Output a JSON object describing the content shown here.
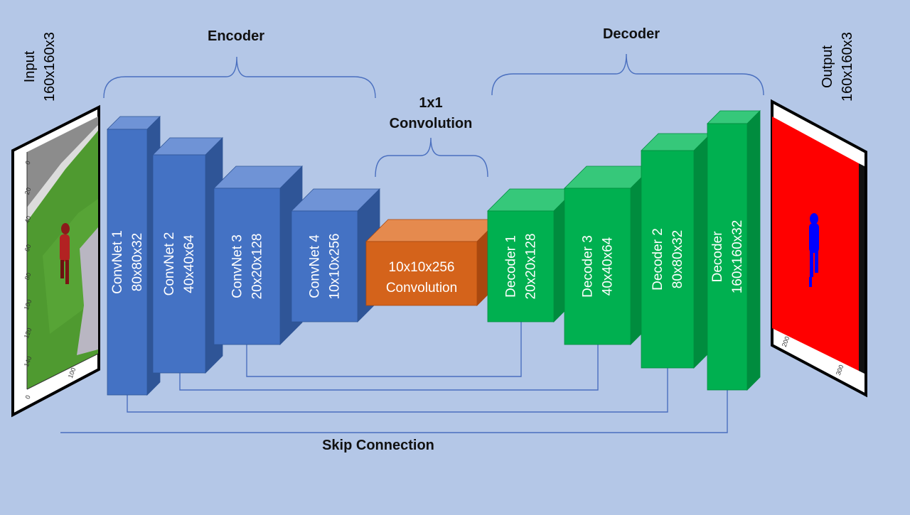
{
  "title_encoder": "Encoder",
  "title_decoder": "Decoder",
  "title_conv1x1_line1": "1x1",
  "title_conv1x1_line2": "Convolution",
  "skip_label": "Skip Connection",
  "input_label": {
    "line1": "Input",
    "line2": "160x160x3"
  },
  "output_label": {
    "line1": "Output",
    "line2": "160x160x3"
  },
  "input_axis_ticks": [
    "0",
    "20",
    "40",
    "60",
    "80",
    "100",
    "120",
    "140"
  ],
  "input_axis_bottom": [
    "0",
    "100"
  ],
  "output_axis_bottom": [
    "200",
    "300"
  ],
  "blocks": [
    {
      "id": "convnet-1",
      "line1": "ConvNet 1",
      "line2": "80x80x32",
      "kind": "encoder"
    },
    {
      "id": "convnet-2",
      "line1": "ConvNet 2",
      "line2": "40x40x64",
      "kind": "encoder"
    },
    {
      "id": "convnet-3",
      "line1": "ConvNet 3",
      "line2": "20x20x128",
      "kind": "encoder"
    },
    {
      "id": "convnet-4",
      "line1": "ConvNet 4",
      "line2": "10x10x256",
      "kind": "encoder"
    },
    {
      "id": "conv-1x1",
      "line1": "10x10x256",
      "line2": "Convolution",
      "kind": "middle"
    },
    {
      "id": "decoder-1",
      "line1": "Decoder 1",
      "line2": "20x20x128",
      "kind": "decoder"
    },
    {
      "id": "decoder-3",
      "line1": "Decoder 3",
      "line2": "40x40x64",
      "kind": "decoder"
    },
    {
      "id": "decoder-2",
      "line1": "Decoder 2",
      "line2": "80x80x32",
      "kind": "decoder"
    },
    {
      "id": "decoder-160",
      "line1": "Decoder",
      "line2": "160x160x32",
      "kind": "decoder"
    }
  ],
  "colors": {
    "background": "#b4c7e7",
    "encoder_front": "#4472c4",
    "encoder_top": "#6f93d6",
    "encoder_side": "#2f5597",
    "middle_front": "#d4631b",
    "middle_top": "#e58a4e",
    "middle_side": "#a9480f",
    "decoder_front": "#00b050",
    "decoder_top": "#36c87a",
    "decoder_side": "#008c3e",
    "line": "#4a6fbf",
    "output_mask": "#ff0000",
    "output_person": "#0000ff"
  }
}
